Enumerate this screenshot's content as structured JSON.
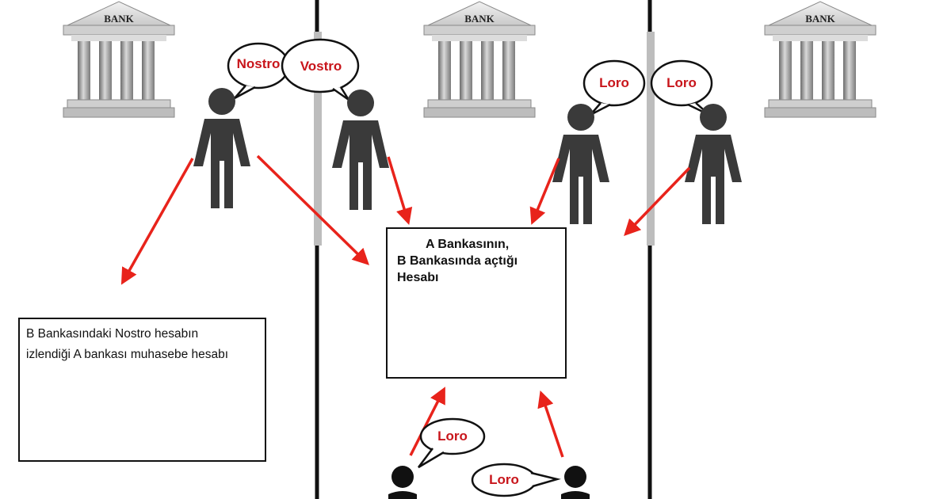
{
  "banks": [
    {
      "label": "BANK"
    },
    {
      "label": "BANK"
    },
    {
      "label": "BANK"
    }
  ],
  "bubbles": {
    "nostro": "Nostro",
    "vostro": "Vostro",
    "loro_left": "Loro",
    "loro_right": "Loro",
    "loro_bottom_1": "Loro",
    "loro_bottom_2": "Loro"
  },
  "account_box": {
    "line1": "A Bankasının,",
    "line2": "B Bankasında açtığı",
    "line3": "Hesabı"
  },
  "ledger_box": {
    "line1": "B Bankasındaki Nostro hesabın",
    "line2": "izlendiği A bankası muhasebe hesabı"
  },
  "icons": {
    "money_bag": "dollar-money-bag-icon",
    "ledger": "open-book-with-pencil-icon",
    "bank": "bank-building-icon",
    "person": "person-icon"
  },
  "colors": {
    "arrow": "#e8231b",
    "bubble_text": "#c8151b",
    "person": "#3a3a3a",
    "divider": "#111111"
  }
}
